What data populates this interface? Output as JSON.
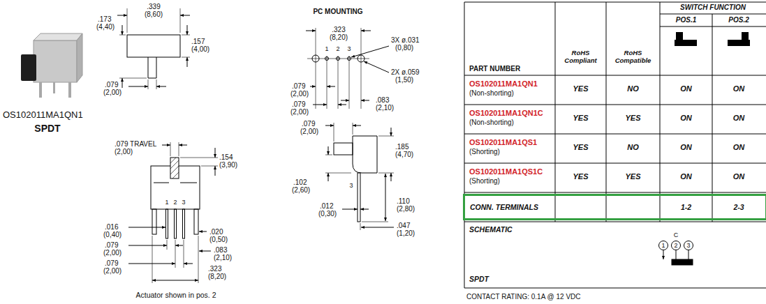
{
  "diagram": {
    "nodes": [
      {
        "text": [
          "CONN. TERMINALS",
          "1-2",
          "2-3"
        ]
      }
    ],
    "labels": [
      "OS102011MA1QN1",
      "SPDT",
      ".339",
      "(8,60)",
      ".173",
      "(4,40)",
      ".157",
      "(4,00)",
      ".079",
      "(2,00)",
      ".079 TRAVEL",
      "(2,00)",
      ".154",
      "(3,90)",
      "1",
      "2",
      "3",
      ".016",
      "(0,40)",
      ".020",
      "(0,50)",
      ".079",
      "(2,00)",
      ".083",
      "(2,10)",
      ".079",
      "(2,00)",
      ".323",
      "(8,20)",
      "Actuator shown in pos. 2",
      "PC MOUNTING",
      ".323",
      "(8,20)",
      "1",
      "2",
      "3",
      "3X ø.031",
      "(0,80)",
      "2X ø.059",
      "(1,50)",
      ".079",
      "(2,00)",
      ".083",
      "(2,10)",
      ".079",
      "(2,00)",
      ".079",
      "(2,00)",
      ".185",
      "(4,70)",
      ".102",
      "(2,60)",
      "3",
      ".012",
      "(0,30)",
      ".110",
      "(2,80)",
      ".047",
      "(1,20)",
      "SWITCH FUNCTION",
      "POS.1",
      "POS.2",
      "RoHS Compliant",
      "RoHS Compatible",
      "PART NUMBER",
      "OS102011MA1QN1",
      "(Non-shorting)",
      "YES",
      "NO",
      "ON",
      "ON",
      "OS102011MA1QN1C",
      "(Non-shorting)",
      "YES",
      "YES",
      "ON",
      "ON",
      "OS102011MA1QS1",
      "(Shorting)",
      "YES",
      "NO",
      "ON",
      "ON",
      "OS102011MA1QS1C",
      "(Shorting)",
      "YES",
      "YES",
      "ON",
      "ON",
      "SCHEMATIC",
      "C",
      "1",
      "2",
      "3",
      "SPDT",
      "CONTACT RATING: 0.1A @ 12 VDC"
    ]
  }
}
